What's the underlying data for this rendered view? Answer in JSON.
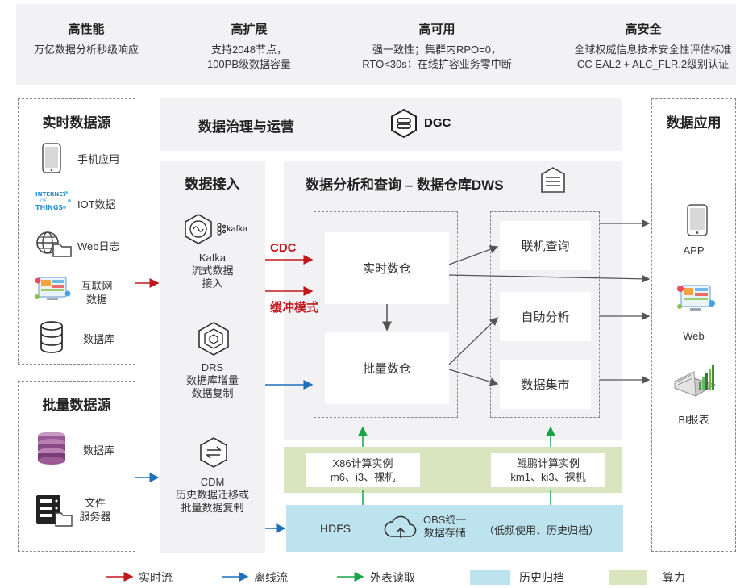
{
  "features": [
    {
      "title": "高性能",
      "desc": [
        "万亿数据分析秒级响应"
      ]
    },
    {
      "title": "高扩展",
      "desc": [
        "支持2048节点，",
        "100PB级数据容量"
      ]
    },
    {
      "title": "高可用",
      "desc": [
        "强一致性；集群内RPO=0，",
        "RTO<30s；在线扩容业务零中断"
      ]
    },
    {
      "title": "高安全",
      "desc": [
        "全球权威信息技术安全性评估标准",
        "CC EAL2 + ALC_FLR.2级别认证"
      ]
    }
  ],
  "realtime_sources": {
    "title": "实时数据源",
    "items": [
      "手机应用",
      "IOT数据",
      "Web日志",
      "互联网\n数据",
      "数据库"
    ]
  },
  "batch_sources": {
    "title": "批量数据源",
    "items": [
      "数据库",
      "文件\n服务器"
    ]
  },
  "governance": {
    "title": "数据治理与运营",
    "brand": "DGC"
  },
  "ingest": {
    "title": "数据接入",
    "kafka_brand": "kafka",
    "kafka": "Kafka\n流式数据\n接入",
    "drs": "DRS\n数据库增量\n数据复制",
    "cdm": "CDM\n历史数据迁移或\n批量数据复制"
  },
  "dws": {
    "title": "数据分析和查询 – 数据仓库DWS",
    "realtime_wh": "实时数仓",
    "batch_wh": "批量数仓",
    "outputs": [
      "联机查询",
      "自助分析",
      "数据集市"
    ]
  },
  "modes": {
    "cdc": "CDC",
    "buffer": "缓冲模式"
  },
  "compute": {
    "x86": "X86计算实例\nm6、i3、裸机",
    "kunpeng": "鲲鹏计算实例\nkm1、ki3、裸机"
  },
  "storage": {
    "hdfs": "HDFS",
    "obs": "OBS统一\n数据存储",
    "note": "（低频使用、历史归档）"
  },
  "apps": {
    "title": "数据应用",
    "items": [
      "APP",
      "Web",
      "BI报表"
    ]
  },
  "legend": {
    "realtime": "实时流",
    "offline": "离线流",
    "external": "外表读取",
    "archive": "历史归档",
    "compute": "算力"
  },
  "colors": {
    "realtime": "#c0171c",
    "offline": "#1f6fb9",
    "external": "#1aa34a",
    "archive": "#bde3ee",
    "compute": "#d9e5bf",
    "panel": "#f2f2f4"
  }
}
